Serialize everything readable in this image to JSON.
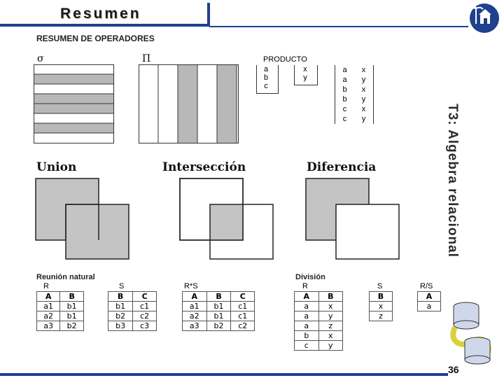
{
  "header": {
    "title": "Resumen"
  },
  "side_title": "T3: Algebra relacional",
  "page_number": "36",
  "operators": {
    "heading": "RESUMEN DE OPERADORES",
    "sigma_symbol": "σ",
    "pi_symbol": "Π",
    "producto": {
      "label": "PRODUCTO",
      "left": [
        "a",
        "b",
        "c"
      ],
      "right": [
        "x",
        "y"
      ],
      "result": [
        [
          "a",
          "x"
        ],
        [
          "a",
          "y"
        ],
        [
          "b",
          "x"
        ],
        [
          "b",
          "y"
        ],
        [
          "c",
          "x"
        ],
        [
          "c",
          "y"
        ]
      ]
    }
  },
  "venn": {
    "union": "Union",
    "interseccion": "Intersección",
    "diferencia": "Diferencia"
  },
  "reunion": {
    "heading": "Reunión natural",
    "r": {
      "name": "R",
      "headers": [
        "A",
        "B"
      ],
      "rows": [
        [
          "a1",
          "b1"
        ],
        [
          "a2",
          "b1"
        ],
        [
          "a3",
          "b2"
        ]
      ]
    },
    "s": {
      "name": "S",
      "headers": [
        "B",
        "C"
      ],
      "rows": [
        [
          "b1",
          "c1"
        ],
        [
          "b2",
          "c2"
        ],
        [
          "b3",
          "c3"
        ]
      ]
    },
    "rs": {
      "name": "R*S",
      "headers": [
        "A",
        "B",
        "C"
      ],
      "rows": [
        [
          "a1",
          "b1",
          "c1"
        ],
        [
          "a2",
          "b1",
          "c1"
        ],
        [
          "a3",
          "b2",
          "c2"
        ]
      ]
    }
  },
  "division": {
    "heading": "División",
    "r": {
      "name": "R",
      "headers": [
        "A",
        "B"
      ],
      "rows": [
        [
          "a",
          "x"
        ],
        [
          "a",
          "y"
        ],
        [
          "a",
          "z"
        ],
        [
          "b",
          "x"
        ],
        [
          "c",
          "y"
        ]
      ]
    },
    "s": {
      "name": "S",
      "headers": [
        "B"
      ],
      "rows": [
        [
          "x"
        ],
        [
          "z"
        ]
      ]
    },
    "rs": {
      "name": "R/S",
      "headers": [
        "A"
      ],
      "rows": [
        [
          "a"
        ]
      ]
    }
  }
}
